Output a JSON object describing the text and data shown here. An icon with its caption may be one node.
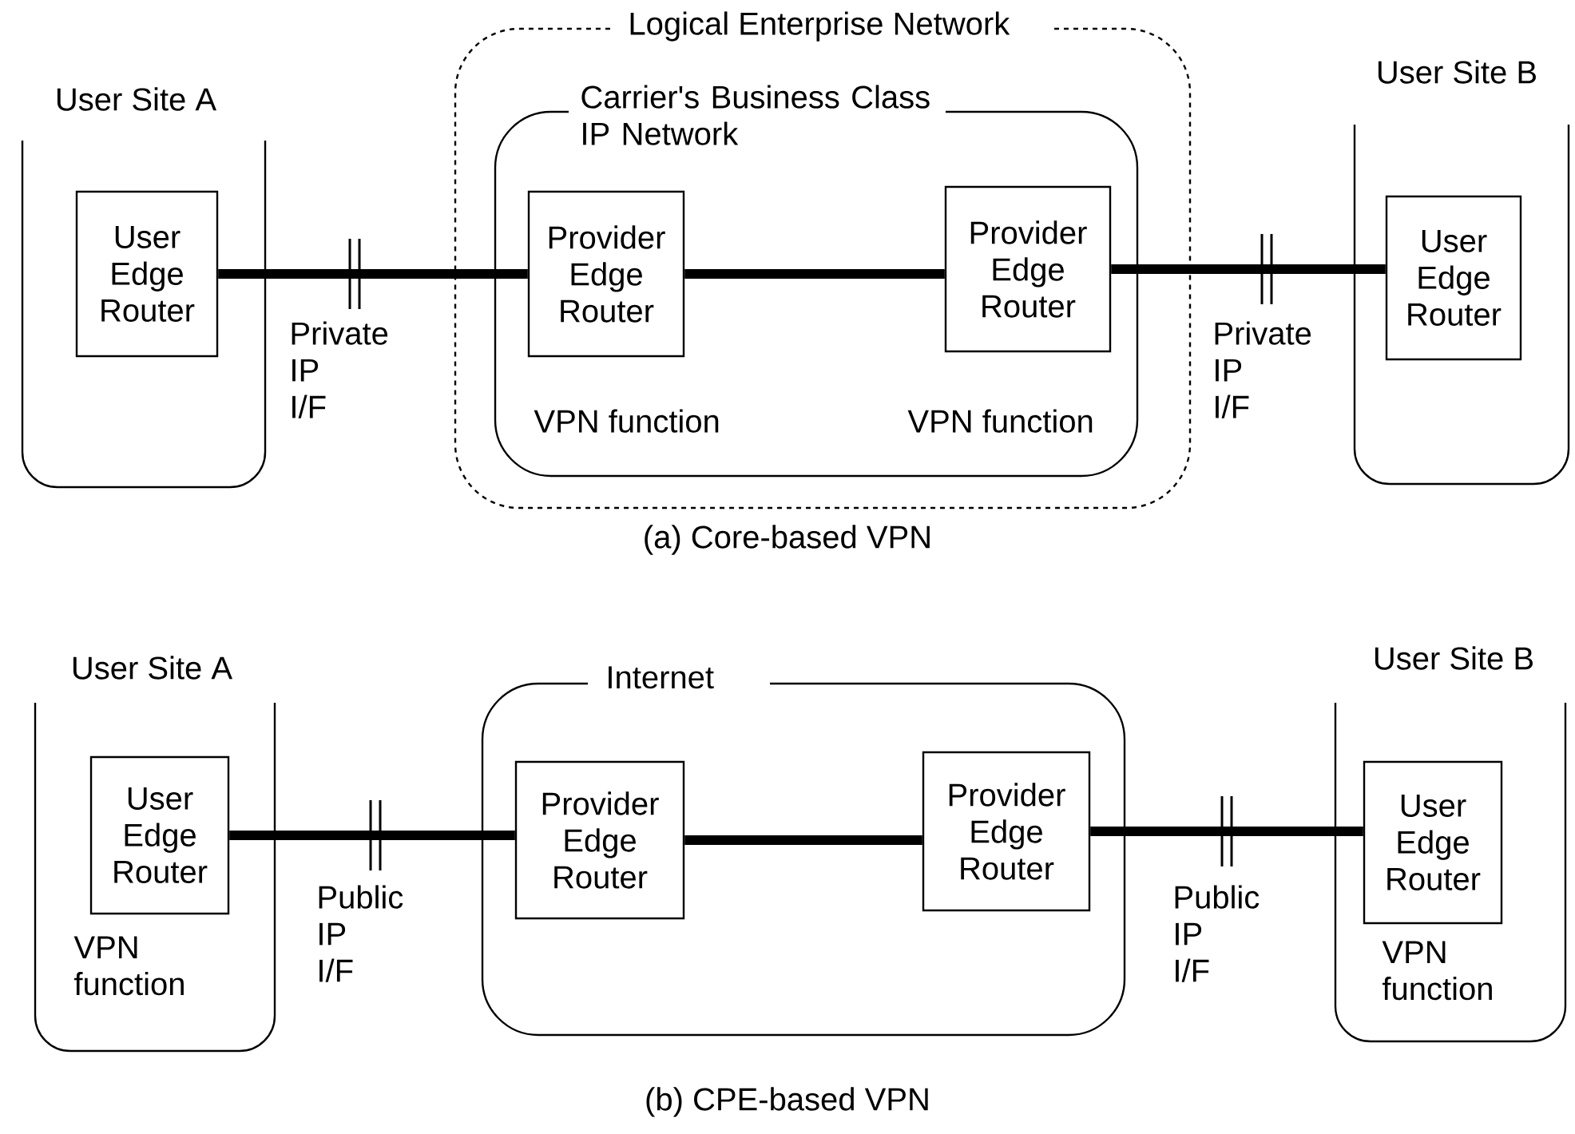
{
  "diagram": {
    "nodes": [
      {
        "text": [
          "User Site A"
        ]
      },
      {
        "text": [
          "User Edge Router"
        ],
        "in": 0
      },
      {
        "text": [
          "Logical Enterprise Network"
        ]
      },
      {
        "text": [
          "Carrier's Business Class IP Network"
        ],
        "in": 2
      },
      {
        "text": [
          "Provider Edge Router"
        ],
        "in": 3,
        "beside": [
          "VPN function"
        ]
      },
      {
        "text": [
          "Provider Edge Router"
        ],
        "in": 3,
        "beside": [
          "VPN function"
        ]
      },
      {
        "text": [
          "User Site B"
        ]
      },
      {
        "text": [
          "User Edge Router"
        ],
        "in": 6
      },
      {
        "text": [
          "User Site A"
        ]
      },
      {
        "text": [
          "User Edge Router"
        ],
        "in": 8,
        "beside": [
          "VPN function"
        ]
      },
      {
        "text": [
          "Internet"
        ]
      },
      {
        "text": [
          "Provider Edge Router"
        ],
        "in": 10
      },
      {
        "text": [
          "Provider Edge Router"
        ],
        "in": 10
      },
      {
        "text": [
          "User Site B"
        ]
      },
      {
        "text": [
          "User Edge Router"
        ],
        "in": 13,
        "beside": [
          "VPN function"
        ]
      }
    ],
    "edges": [
      {
        "from": 1,
        "to": 4,
        "arrow": "none",
        "label": "Private IP I/F"
      },
      {
        "from": 4,
        "to": 5,
        "arrow": "none"
      },
      {
        "from": 5,
        "to": 7,
        "arrow": "none",
        "label": "Private IP I/F"
      },
      {
        "from": 9,
        "to": 11,
        "arrow": "none",
        "label": "Public IP I/F"
      },
      {
        "from": 11,
        "to": 12,
        "arrow": "none"
      },
      {
        "from": 12,
        "to": 14,
        "arrow": "none",
        "label": "Public IP I/F"
      }
    ],
    "labels": [
      "(a) Core-based VPN",
      "(b) CPE-based VPN"
    ]
  }
}
